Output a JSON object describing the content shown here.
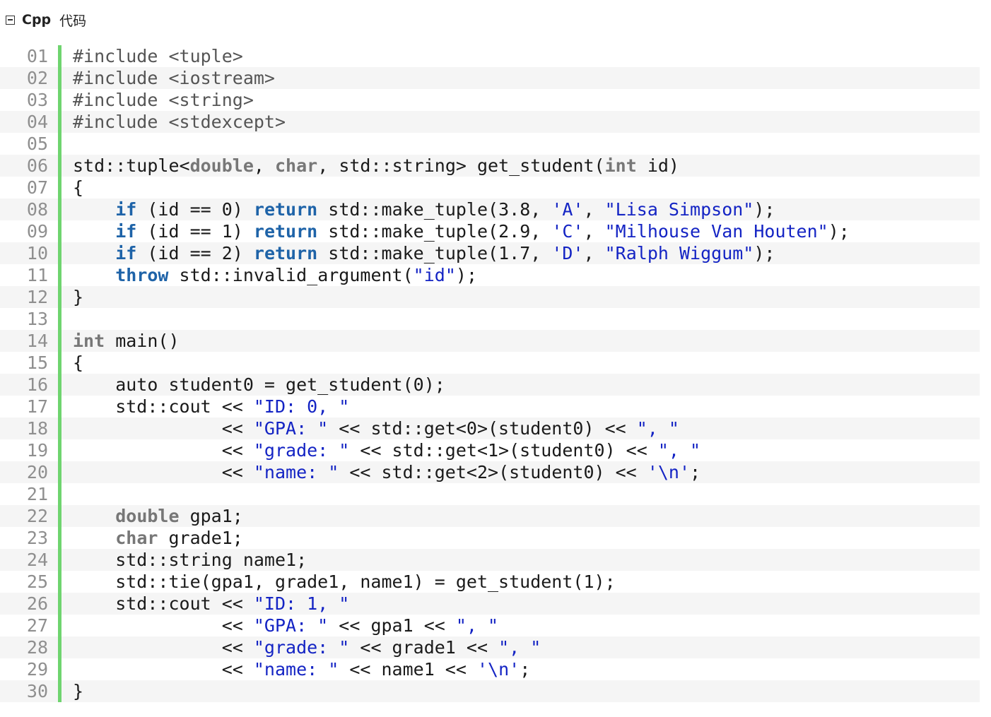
{
  "header": {
    "lang_label": "Cpp",
    "title": "代码"
  },
  "lines": [
    [
      [
        "pp",
        "#include <tuple>"
      ]
    ],
    [
      [
        "pp",
        "#include <iostream>"
      ]
    ],
    [
      [
        "pp",
        "#include <string>"
      ]
    ],
    [
      [
        "pp",
        "#include <stdexcept>"
      ]
    ],
    [],
    [
      [
        "p",
        "std::tuple<"
      ],
      [
        "ty",
        "double"
      ],
      [
        "p",
        ", "
      ],
      [
        "ty",
        "char"
      ],
      [
        "p",
        ", std::string> get_student("
      ],
      [
        "ty",
        "int"
      ],
      [
        "p",
        " id)"
      ]
    ],
    [
      [
        "p",
        "{"
      ]
    ],
    [
      [
        "p",
        "    "
      ],
      [
        "kw",
        "if"
      ],
      [
        "p",
        " (id == 0) "
      ],
      [
        "kw",
        "return"
      ],
      [
        "p",
        " std::make_tuple(3.8, "
      ],
      [
        "str",
        "'A'"
      ],
      [
        "p",
        ", "
      ],
      [
        "str",
        "\"Lisa Simpson\""
      ],
      [
        "p",
        ");"
      ]
    ],
    [
      [
        "p",
        "    "
      ],
      [
        "kw",
        "if"
      ],
      [
        "p",
        " (id == 1) "
      ],
      [
        "kw",
        "return"
      ],
      [
        "p",
        " std::make_tuple(2.9, "
      ],
      [
        "str",
        "'C'"
      ],
      [
        "p",
        ", "
      ],
      [
        "str",
        "\"Milhouse Van Houten\""
      ],
      [
        "p",
        ");"
      ]
    ],
    [
      [
        "p",
        "    "
      ],
      [
        "kw",
        "if"
      ],
      [
        "p",
        " (id == 2) "
      ],
      [
        "kw",
        "return"
      ],
      [
        "p",
        " std::make_tuple(1.7, "
      ],
      [
        "str",
        "'D'"
      ],
      [
        "p",
        ", "
      ],
      [
        "str",
        "\"Ralph Wiggum\""
      ],
      [
        "p",
        ");"
      ]
    ],
    [
      [
        "p",
        "    "
      ],
      [
        "kw",
        "throw"
      ],
      [
        "p",
        " std::invalid_argument("
      ],
      [
        "str",
        "\"id\""
      ],
      [
        "p",
        ");"
      ]
    ],
    [
      [
        "p",
        "}"
      ]
    ],
    [],
    [
      [
        "ty",
        "int"
      ],
      [
        "p",
        " main()"
      ]
    ],
    [
      [
        "p",
        "{"
      ]
    ],
    [
      [
        "p",
        "    auto student0 = get_student(0);"
      ]
    ],
    [
      [
        "p",
        "    std::cout << "
      ],
      [
        "str",
        "\"ID: 0, \""
      ]
    ],
    [
      [
        "p",
        "              << "
      ],
      [
        "str",
        "\"GPA: \""
      ],
      [
        "p",
        " << std::get<0>(student0) << "
      ],
      [
        "str",
        "\", \""
      ]
    ],
    [
      [
        "p",
        "              << "
      ],
      [
        "str",
        "\"grade: \""
      ],
      [
        "p",
        " << std::get<1>(student0) << "
      ],
      [
        "str",
        "\", \""
      ]
    ],
    [
      [
        "p",
        "              << "
      ],
      [
        "str",
        "\"name: \""
      ],
      [
        "p",
        " << std::get<2>(student0) << "
      ],
      [
        "str",
        "'\\n'"
      ],
      [
        "p",
        ";"
      ]
    ],
    [],
    [
      [
        "p",
        "    "
      ],
      [
        "ty",
        "double"
      ],
      [
        "p",
        " gpa1;"
      ]
    ],
    [
      [
        "p",
        "    "
      ],
      [
        "ty",
        "char"
      ],
      [
        "p",
        " grade1;"
      ]
    ],
    [
      [
        "p",
        "    std::string name1;"
      ]
    ],
    [
      [
        "p",
        "    std::tie(gpa1, grade1, name1) = get_student(1);"
      ]
    ],
    [
      [
        "p",
        "    std::cout << "
      ],
      [
        "str",
        "\"ID: 1, \""
      ]
    ],
    [
      [
        "p",
        "              << "
      ],
      [
        "str",
        "\"GPA: \""
      ],
      [
        "p",
        " << gpa1 << "
      ],
      [
        "str",
        "\", \""
      ]
    ],
    [
      [
        "p",
        "              << "
      ],
      [
        "str",
        "\"grade: \""
      ],
      [
        "p",
        " << grade1 << "
      ],
      [
        "str",
        "\", \""
      ]
    ],
    [
      [
        "p",
        "              << "
      ],
      [
        "str",
        "\"name: \""
      ],
      [
        "p",
        " << name1 << "
      ],
      [
        "str",
        "'\\n'"
      ],
      [
        "p",
        ";"
      ]
    ],
    [
      [
        "p",
        "}"
      ]
    ]
  ]
}
